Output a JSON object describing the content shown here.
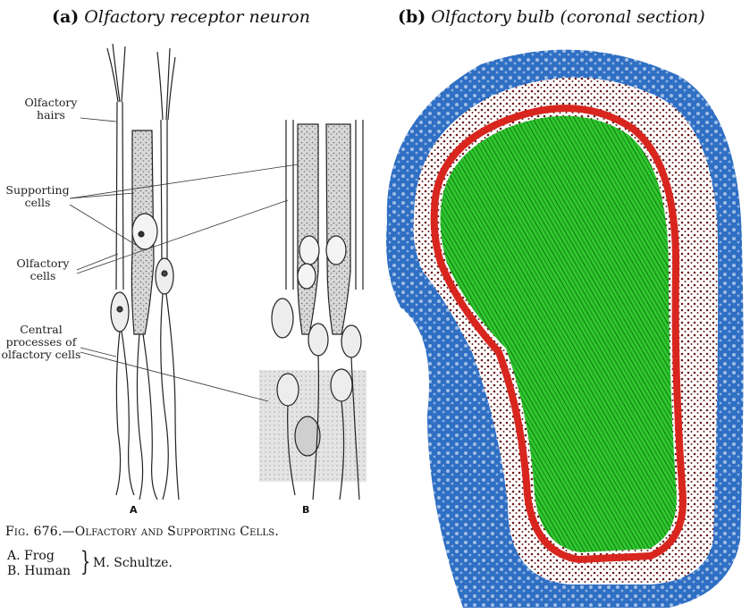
{
  "panel_a": {
    "tag": "(a)",
    "caption": "Olfactory receptor neuron",
    "labels": {
      "hairs": "Olfactory hairs",
      "supporting": "Supporting cells",
      "olfactory": "Olfactory cells",
      "central": "Central processes of olfactory cells"
    },
    "column_letters": [
      "A",
      "B"
    ],
    "figure_caption": "Fig. 676.—Olfactory and Supporting Cells.",
    "legend": {
      "a": "A. Frog",
      "b": "B. Human",
      "attribution": "M. Schultze."
    }
  },
  "panel_b": {
    "tag": "(b)",
    "caption": "Olfactory bulb (coronal section)",
    "colors": {
      "outer": "#2f6fc4",
      "dots": "#6b1c1c",
      "ring": "#d8261f",
      "core": "#2ec82e"
    }
  }
}
